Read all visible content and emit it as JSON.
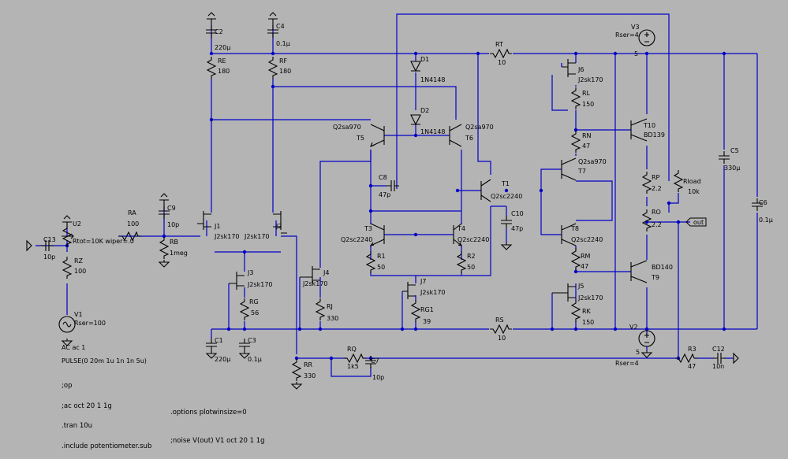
{
  "components": {
    "C2": {
      "name": "C2",
      "value": "220µ"
    },
    "C4": {
      "name": "C4",
      "value": "0.1µ"
    },
    "RE": {
      "name": "RE",
      "value": "180"
    },
    "RF": {
      "name": "RF",
      "value": "180"
    },
    "D1": {
      "name": "D1",
      "value": "1N4148"
    },
    "D2": {
      "name": "D2",
      "value": "1N4148"
    },
    "RT": {
      "name": "RT",
      "value": "10"
    },
    "J6": {
      "name": "J6",
      "value": "J2sk170"
    },
    "RL": {
      "name": "RL",
      "value": "150"
    },
    "V3": {
      "name": "V3",
      "value": "5",
      "extra": "Rser=4"
    },
    "T5": {
      "name": "T5",
      "value": "Q2sa970"
    },
    "T6": {
      "name": "T6",
      "value": "Q2sa970"
    },
    "RN": {
      "name": "RN",
      "value": "47"
    },
    "T10": {
      "name": "T10",
      "value": "BD139"
    },
    "T7": {
      "name": "T7",
      "value": "Q2sa970"
    },
    "C5": {
      "name": "C5",
      "value": "330µ"
    },
    "C8": {
      "name": "C8",
      "value": "47p"
    },
    "T1": {
      "name": "T1",
      "value": "Q2sc2240"
    },
    "RP": {
      "name": "RP",
      "value": "2.2"
    },
    "Rload": {
      "name": "Rload",
      "value": "10k"
    },
    "C6": {
      "name": "C6",
      "value": "0.1µ"
    },
    "U2": {
      "name": "U2",
      "value": "Rtot=10K wiper=.0"
    },
    "RA": {
      "name": "RA",
      "value": "100"
    },
    "C9": {
      "name": "C9",
      "value": "10p"
    },
    "RB": {
      "name": "RB",
      "value": "1meg"
    },
    "J1": {
      "name": "J1",
      "value": "J2sk170"
    },
    "J2": {
      "name": "J2",
      "value": "J2sk170"
    },
    "C10": {
      "name": "C10",
      "value": "47p"
    },
    "RO": {
      "name": "RO",
      "value": "2.2"
    },
    "C13": {
      "name": "C13",
      "value": "10p"
    },
    "T3": {
      "name": "T3",
      "value": "Q2sc2240"
    },
    "T4": {
      "name": "T4",
      "value": "Q2sc2240"
    },
    "T8": {
      "name": "T8",
      "value": "Q2sc2240"
    },
    "RZ": {
      "name": "RZ",
      "value": "100"
    },
    "R1": {
      "name": "R1",
      "value": "50"
    },
    "R2": {
      "name": "R2",
      "value": "50"
    },
    "RM": {
      "name": "RM",
      "value": "47"
    },
    "J3": {
      "name": "J3",
      "value": "J2sk170"
    },
    "J4": {
      "name": "J4",
      "value": "J2sk170"
    },
    "T9": {
      "name": "T9",
      "value": "BD140"
    },
    "RG": {
      "name": "RG",
      "value": "56"
    },
    "J7": {
      "name": "J7",
      "value": "J2sk170"
    },
    "J5": {
      "name": "J5",
      "value": "J2sk170"
    },
    "V1": {
      "name": "V1",
      "value": "AC ac 1",
      "extra": "Rser=100",
      "extra2": "PULSE(0 20m 1u 1n 1n 5u)"
    },
    "RJ": {
      "name": "RJ",
      "value": "330"
    },
    "RG1": {
      "name": "RG1",
      "value": "39"
    },
    "RK": {
      "name": "RK",
      "value": "150"
    },
    "RS": {
      "name": "RS",
      "value": "10"
    },
    "V2": {
      "name": "V2",
      "value": "5",
      "extra": "Rser=4"
    },
    "C1": {
      "name": "C1",
      "value": "220µ"
    },
    "C3": {
      "name": "C3",
      "value": "0.1µ"
    },
    "RQ": {
      "name": "RQ",
      "value": "1k5"
    },
    "C7": {
      "name": "C7",
      "value": "10p"
    },
    "R3": {
      "name": "R3",
      "value": "47"
    },
    "C12": {
      "name": "C12",
      "value": "10n"
    },
    "RR": {
      "name": "RR",
      "value": "330"
    }
  },
  "netlabel": {
    "out": "out"
  },
  "directives": {
    "op": ";op",
    "ac": ";ac oct 20 1 1g",
    "tran": ".tran 10u",
    "include": ".include potentiometer.sub",
    "options": ".options plotwinsize=0",
    "noise": ";noise V(out) V1 oct 20 1 1g"
  },
  "colors": {
    "background": "#b4b4b4",
    "wire": "#0000c8",
    "symbol": "#000000"
  }
}
